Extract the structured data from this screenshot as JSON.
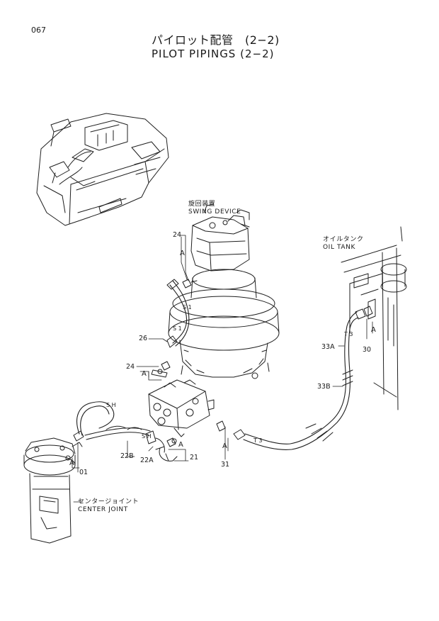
{
  "header": {
    "page_number": "067",
    "title_jp": "パイロット配管　(2−2)",
    "title_en": "PILOT  PIPINGS  (2−2)"
  },
  "components": {
    "swing_device": {
      "jp": "旋回装置",
      "en": "SWING  DEVICE"
    },
    "oil_tank": {
      "jp": "オイルタンク",
      "en": "OIL  TANK"
    },
    "center_joint": {
      "jp": "センタージョイント",
      "en": "CENTER  JOINT"
    }
  },
  "part_numbers": {
    "p24_top": "24",
    "p24_mid": "24",
    "p26": "26",
    "p33a": "33A",
    "p33b": "33B",
    "p30": "30",
    "p22b": "22B",
    "p22a": "22A",
    "p21": "21",
    "p31": "31",
    "p01": "01"
  },
  "hose_marks": {
    "s1_a": "S 1",
    "s1_b": "S 1",
    "t3_a": "T 3",
    "t3_b": "T 3",
    "sh_a": "S H",
    "sh_b": "S H"
  },
  "ref_letter": "A"
}
